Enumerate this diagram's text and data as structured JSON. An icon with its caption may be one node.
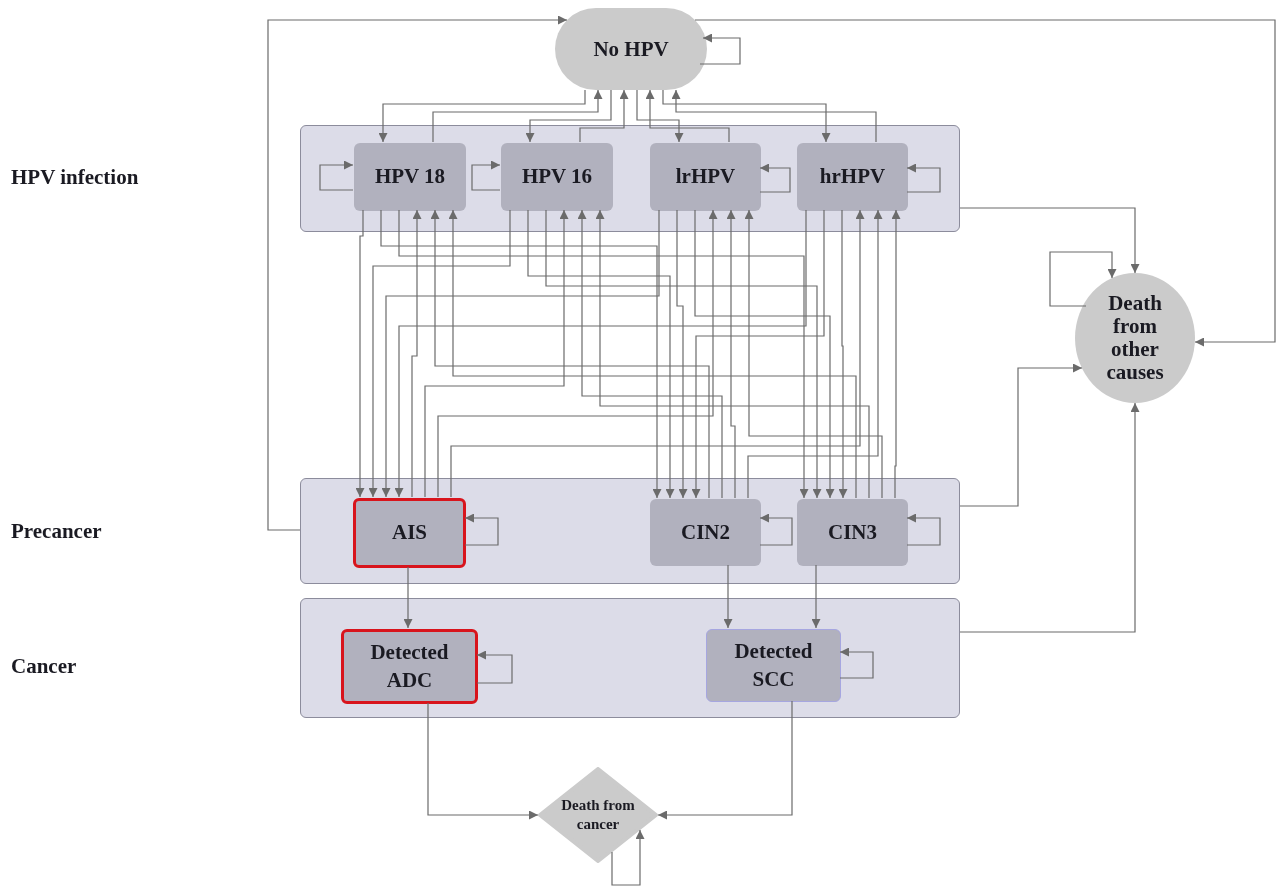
{
  "diagram": {
    "nodes": [
      {
        "text": [
          "No HPV"
        ]
      },
      {
        "text": [],
        "shape": "box"
      },
      {
        "text": [
          "HPV 18"
        ],
        "in": 1
      },
      {
        "text": [
          "HPV 16"
        ],
        "in": 1
      },
      {
        "text": [
          "lrHPV"
        ],
        "in": 1
      },
      {
        "text": [
          "hrHPV"
        ],
        "in": 1
      },
      {
        "text": [
          "Death from other causes"
        ]
      },
      {
        "text": [],
        "shape": "box"
      },
      {
        "text": [
          "AIS"
        ],
        "in": 7
      },
      {
        "text": [
          "CIN2"
        ],
        "in": 7
      },
      {
        "text": [
          "CIN3"
        ],
        "in": 7
      },
      {
        "text": [],
        "shape": "box"
      },
      {
        "text": [
          "Detected ADC"
        ],
        "in": 11
      },
      {
        "text": [
          "Detected SCC"
        ],
        "in": 11
      },
      {
        "text": [
          "Death from cancer"
        ]
      }
    ],
    "edges": [
      {
        "from": 0,
        "to": 2,
        "arrow": "to"
      },
      {
        "from": 2,
        "to": 0,
        "arrow": "to"
      },
      {
        "from": 0,
        "to": 3,
        "arrow": "to"
      },
      {
        "from": 3,
        "to": 0,
        "arrow": "to"
      },
      {
        "from": 0,
        "to": 4,
        "arrow": "to"
      },
      {
        "from": 4,
        "to": 0,
        "arrow": "to"
      },
      {
        "from": 0,
        "to": 5,
        "arrow": "to"
      },
      {
        "from": 5,
        "to": 0,
        "arrow": "to"
      },
      {
        "from": 0,
        "to": 0,
        "arrow": "to"
      },
      {
        "from": 2,
        "to": 2,
        "arrow": "to"
      },
      {
        "from": 3,
        "to": 3,
        "arrow": "to"
      },
      {
        "from": 4,
        "to": 4,
        "arrow": "to"
      },
      {
        "from": 5,
        "to": 5,
        "arrow": "to"
      },
      {
        "from": 0,
        "to": 6,
        "arrow": "to"
      },
      {
        "from": 1,
        "to": 6,
        "arrow": "to"
      },
      {
        "from": 7,
        "to": 0,
        "arrow": "to"
      },
      {
        "from": 7,
        "to": 6,
        "arrow": "to"
      },
      {
        "from": 11,
        "to": 6,
        "arrow": "to"
      },
      {
        "from": 6,
        "to": 6,
        "arrow": "to"
      },
      {
        "from": 2,
        "to": 8,
        "arrow": "to"
      },
      {
        "from": 2,
        "to": 9,
        "arrow": "to"
      },
      {
        "from": 2,
        "to": 10,
        "arrow": "to"
      },
      {
        "from": 3,
        "to": 8,
        "arrow": "to"
      },
      {
        "from": 3,
        "to": 9,
        "arrow": "to"
      },
      {
        "from": 3,
        "to": 10,
        "arrow": "to"
      },
      {
        "from": 4,
        "to": 8,
        "arrow": "to"
      },
      {
        "from": 4,
        "to": 9,
        "arrow": "to"
      },
      {
        "from": 4,
        "to": 10,
        "arrow": "to"
      },
      {
        "from": 5,
        "to": 8,
        "arrow": "to"
      },
      {
        "from": 5,
        "to": 9,
        "arrow": "to"
      },
      {
        "from": 5,
        "to": 10,
        "arrow": "to"
      },
      {
        "from": 8,
        "to": 2,
        "arrow": "to"
      },
      {
        "from": 9,
        "to": 2,
        "arrow": "to"
      },
      {
        "from": 10,
        "to": 2,
        "arrow": "to"
      },
      {
        "from": 8,
        "to": 3,
        "arrow": "to"
      },
      {
        "from": 9,
        "to": 3,
        "arrow": "to"
      },
      {
        "from": 10,
        "to": 3,
        "arrow": "to"
      },
      {
        "from": 8,
        "to": 4,
        "arrow": "to"
      },
      {
        "from": 9,
        "to": 4,
        "arrow": "to"
      },
      {
        "from": 10,
        "to": 4,
        "arrow": "to"
      },
      {
        "from": 8,
        "to": 5,
        "arrow": "to"
      },
      {
        "from": 9,
        "to": 5,
        "arrow": "to"
      },
      {
        "from": 10,
        "to": 5,
        "arrow": "to"
      },
      {
        "from": 8,
        "to": 8,
        "arrow": "to"
      },
      {
        "from": 9,
        "to": 9,
        "arrow": "to"
      },
      {
        "from": 10,
        "to": 10,
        "arrow": "to"
      },
      {
        "from": 8,
        "to": 12,
        "arrow": "to"
      },
      {
        "from": 9,
        "to": 13,
        "arrow": "to"
      },
      {
        "from": 10,
        "to": 13,
        "arrow": "to"
      },
      {
        "from": 12,
        "to": 12,
        "arrow": "to"
      },
      {
        "from": 13,
        "to": 13,
        "arrow": "to"
      },
      {
        "from": 12,
        "to": 14,
        "arrow": "to"
      },
      {
        "from": 13,
        "to": 14,
        "arrow": "to"
      },
      {
        "from": 14,
        "to": 14,
        "arrow": "to"
      }
    ],
    "labels": [
      "HPV infection",
      "Precancer",
      "Cancer"
    ]
  }
}
